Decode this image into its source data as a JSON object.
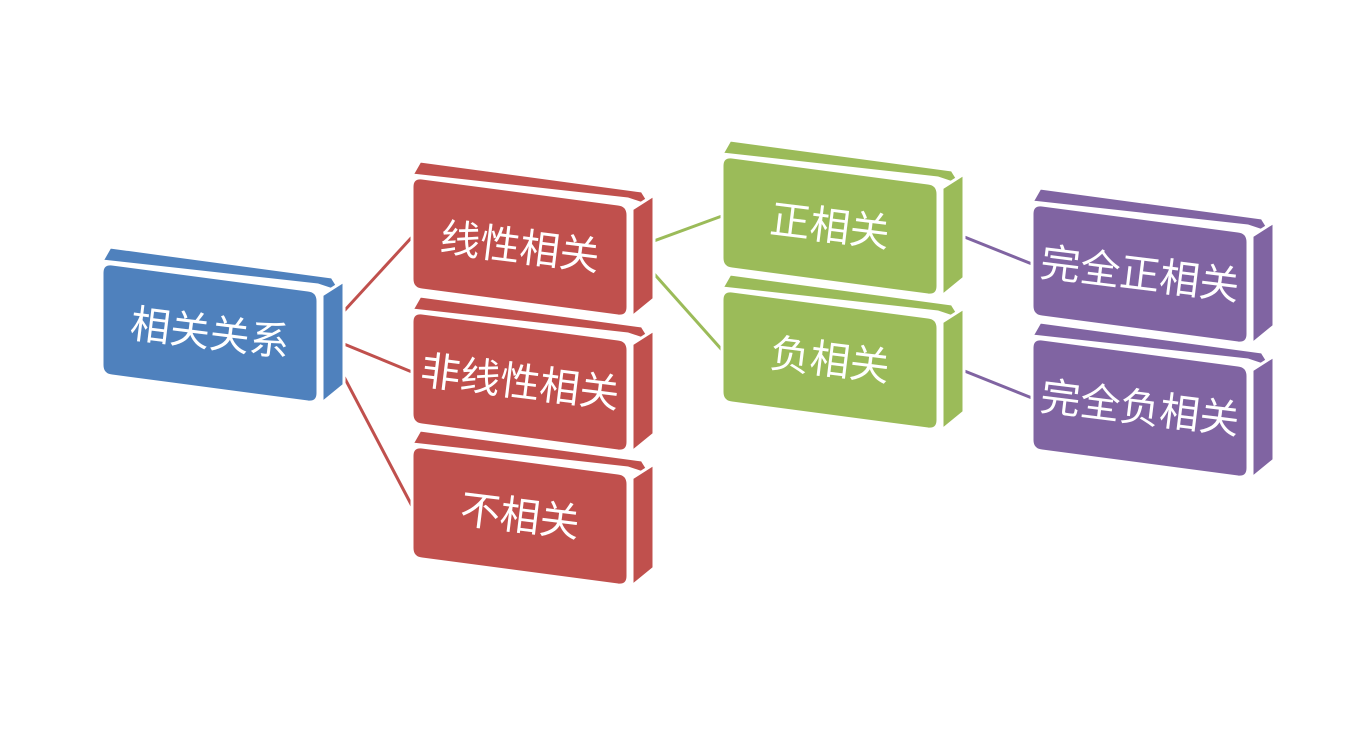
{
  "diagram": {
    "type": "hierarchy",
    "colors": {
      "root": "#4F81BD",
      "level1": "#C0504D",
      "level2": "#9BBB59",
      "level3": "#8064A2",
      "separator": "#ffffff"
    },
    "nodes": [
      {
        "id": "root",
        "label": "相关关系",
        "level": 0,
        "parent": null
      },
      {
        "id": "linear",
        "label": "线性相关",
        "level": 1,
        "parent": "root"
      },
      {
        "id": "nonlinear",
        "label": "非线性相关",
        "level": 1,
        "parent": "root"
      },
      {
        "id": "uncorrelated",
        "label": "不相关",
        "level": 1,
        "parent": "root"
      },
      {
        "id": "positive",
        "label": "正相关",
        "level": 2,
        "parent": "linear"
      },
      {
        "id": "negative",
        "label": "负相关",
        "level": 2,
        "parent": "linear"
      },
      {
        "id": "perfect-positive",
        "label": "完全正相关",
        "level": 3,
        "parent": "positive"
      },
      {
        "id": "perfect-negative",
        "label": "完全负相关",
        "level": 3,
        "parent": "negative"
      }
    ]
  }
}
